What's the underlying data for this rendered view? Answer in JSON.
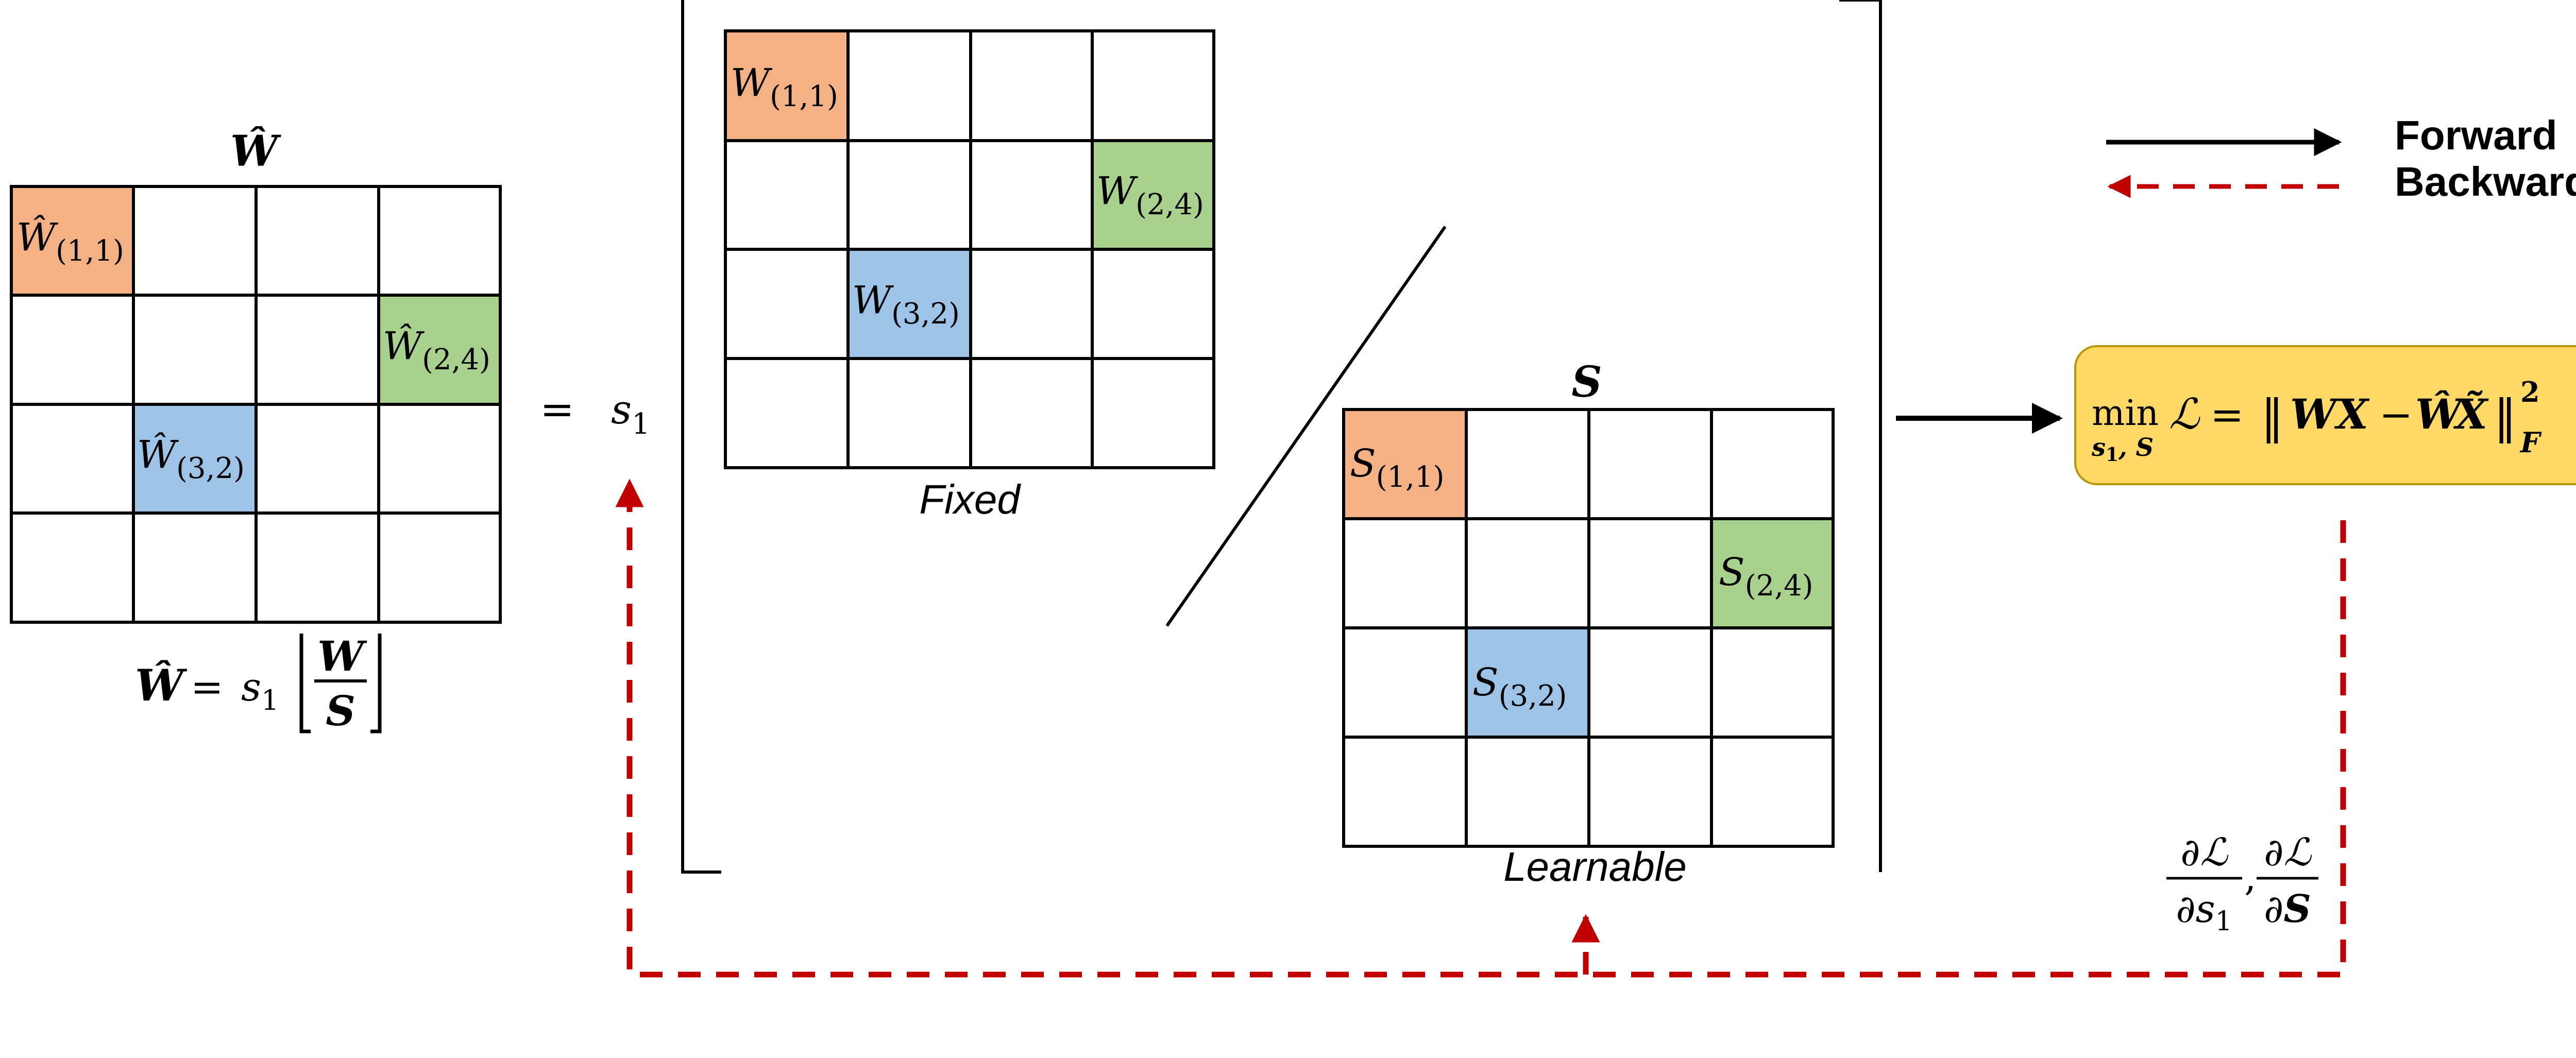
{
  "colors": {
    "orange": "#F4B183",
    "green": "#A9D18E",
    "blue": "#9DC3E6",
    "loss_box": "#FFD966",
    "forward_arrow": "#000000",
    "backward_arrow": "#C00000",
    "grid_line": "#000000"
  },
  "left_matrix": {
    "title": "Ŵ",
    "cells": {
      "c11": {
        "base": "Ŵ",
        "sub": "(1,1)"
      },
      "c24": {
        "base": "Ŵ",
        "sub": "(2,4)"
      },
      "c32": {
        "base": "Ŵ",
        "sub": "(3,2)"
      }
    },
    "caption": {
      "lhs": "Ŵ",
      "eq": "=",
      "scale": "s",
      "scale_sub": "1",
      "num": "W",
      "den": "S"
    }
  },
  "equals": {
    "symbol": "=",
    "scale": "s",
    "scale_sub": "1"
  },
  "fixed_matrix": {
    "cells": {
      "c11": {
        "base": "W",
        "sub": "(1,1)"
      },
      "c24": {
        "base": "W",
        "sub": "(2,4)"
      },
      "c32": {
        "base": "W",
        "sub": "(3,2)"
      }
    },
    "caption": "Fixed"
  },
  "learnable_matrix": {
    "title": "S",
    "cells": {
      "c11": {
        "base": "S",
        "sub": "(1,1)"
      },
      "c24": {
        "base": "S",
        "sub": "(2,4)"
      },
      "c32": {
        "base": "S",
        "sub": "(3,2)"
      }
    },
    "caption": "Learnable"
  },
  "legend": {
    "forward": "Forward",
    "backward": "Backward"
  },
  "loss": {
    "min": "min",
    "min_sub_s": "s",
    "min_sub_1": "1",
    "min_sub_rest": ", S",
    "L": "ℒ",
    "eq": "=",
    "norm_open": "‖",
    "wx": "WX",
    "minus": "−",
    "what": "Ŵ",
    "xtilde": "X̃",
    "norm_close": "‖",
    "sup": "2",
    "sub": "F"
  },
  "gradient": {
    "partial": "∂",
    "L": "ℒ",
    "den1": "∂s",
    "den1_sub": "1",
    "comma": ",",
    "den2_d": "∂",
    "den2_S": "S"
  }
}
